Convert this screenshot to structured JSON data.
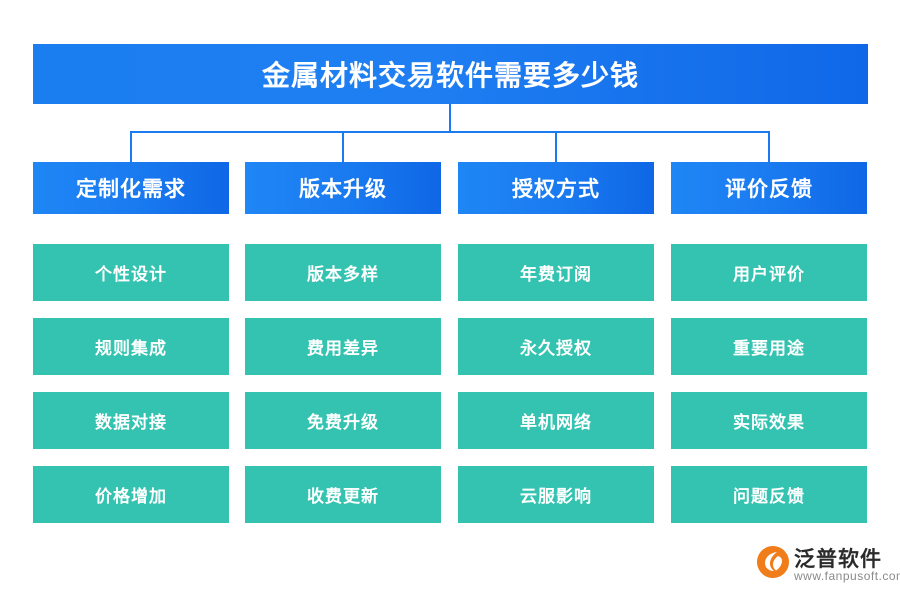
{
  "diagram": {
    "type": "tree",
    "title": "金属材料交易软件需要多少钱",
    "colors": {
      "title_blue": "#1a7ef0",
      "category_blue": "#1a7bf0",
      "leaf_teal": "#33c3b0",
      "connector": "#1a7bf0",
      "background": "#ffffff"
    },
    "categories": [
      {
        "label": "定制化需求",
        "items": [
          "个性设计",
          "规则集成",
          "数据对接",
          "价格增加"
        ]
      },
      {
        "label": "版本升级",
        "items": [
          "版本多样",
          "费用差异",
          "免费升级",
          "收费更新"
        ]
      },
      {
        "label": "授权方式",
        "items": [
          "年费订阅",
          "永久授权",
          "单机网络",
          "云服影响"
        ]
      },
      {
        "label": "评价反馈",
        "items": [
          "用户评价",
          "重要用途",
          "实际效果",
          "问题反馈"
        ]
      }
    ]
  },
  "logo": {
    "name_cn": "泛普软件",
    "name_en": "www.fanpusoft.com"
  }
}
